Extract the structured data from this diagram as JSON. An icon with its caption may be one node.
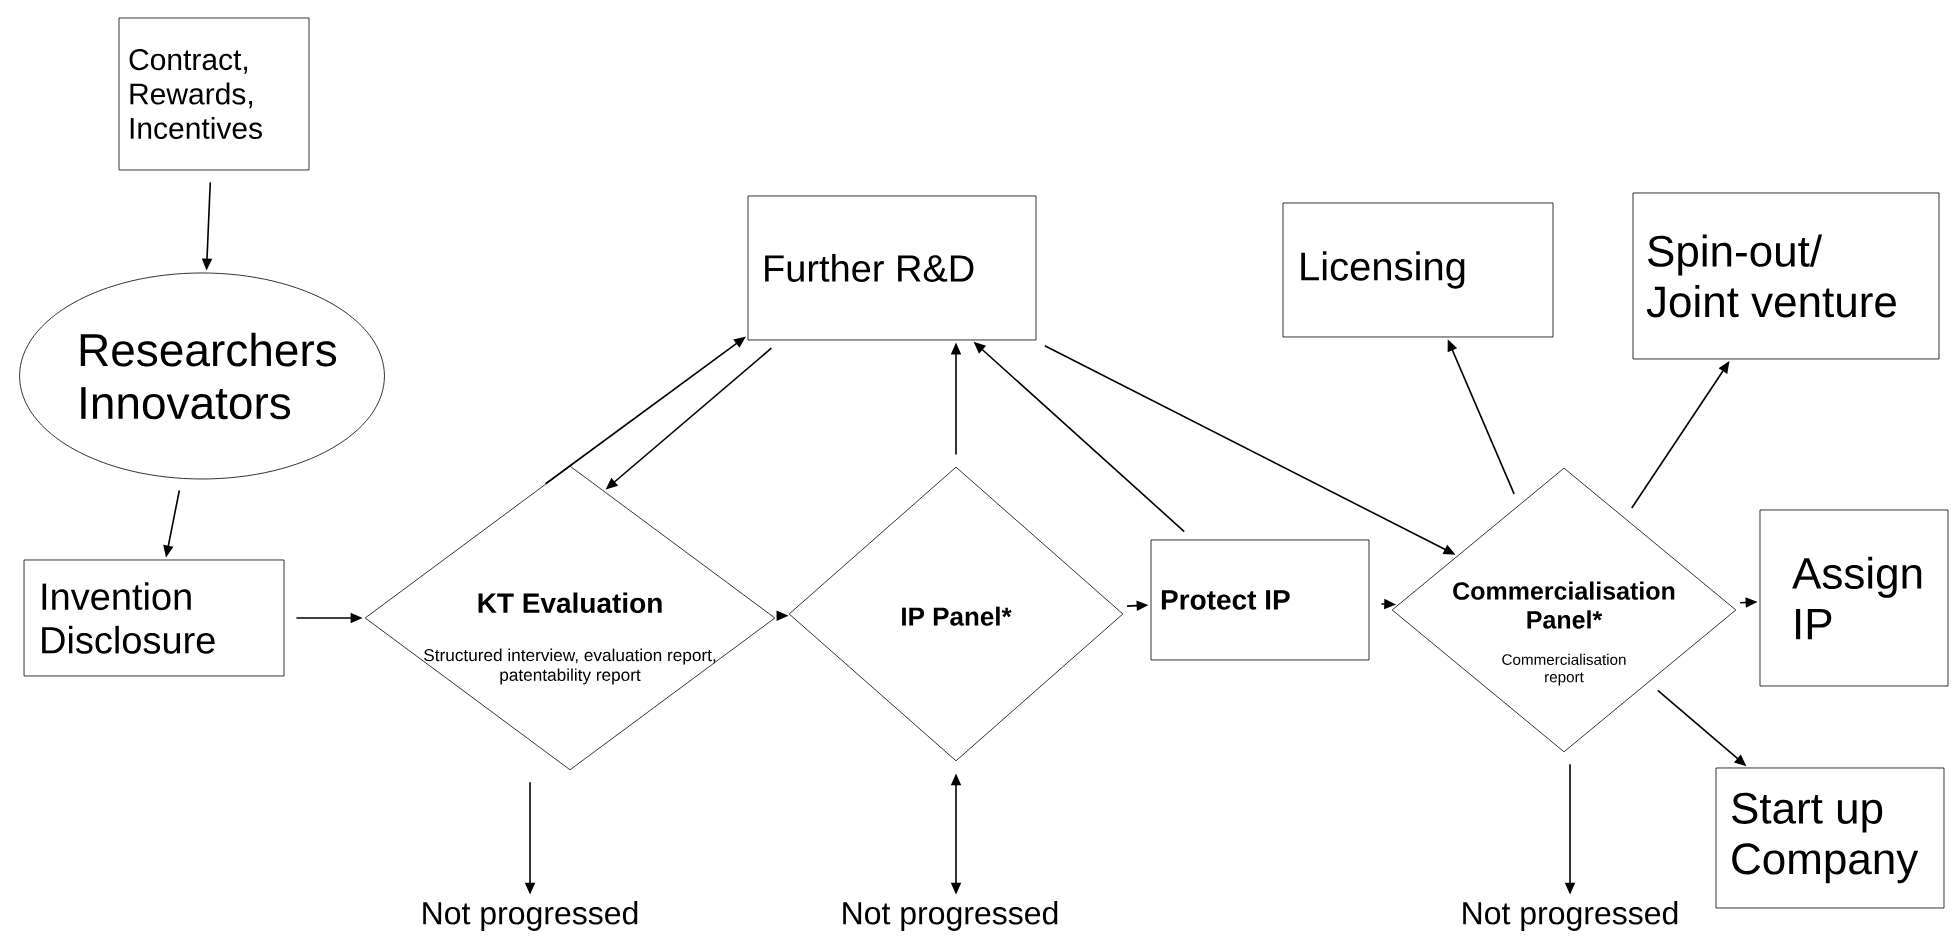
{
  "diagram": {
    "nodes": [
      {
        "text": [
          "Contract, Rewards, Incentives"
        ]
      },
      {
        "text": [
          "Researchers Innovators"
        ]
      },
      {
        "text": [
          "Invention Disclosure"
        ]
      },
      {
        "text": [
          "KT Evaluation",
          "Structured interview, evaluation report, patentability report"
        ]
      },
      {
        "text": [
          "IP Panel*"
        ]
      },
      {
        "text": [
          "Protect IP"
        ]
      },
      {
        "text": [
          "Commercialisation Panel*",
          "Commercialisation report"
        ]
      },
      {
        "text": [
          "Further R&D"
        ]
      },
      {
        "text": [
          "Licensing"
        ]
      },
      {
        "text": [
          "Spin-out/ Joint venture"
        ]
      },
      {
        "text": [
          "Assign IP"
        ]
      },
      {
        "text": [
          "Start up Company"
        ]
      },
      {
        "text": [
          "Not progressed"
        ]
      },
      {
        "text": [
          "Not progressed"
        ]
      },
      {
        "text": [
          "Not progressed"
        ]
      }
    ],
    "edges": [
      {
        "from": 0,
        "to": 1,
        "arrow": "to"
      },
      {
        "from": 1,
        "to": 2,
        "arrow": "to"
      },
      {
        "from": 2,
        "to": 3,
        "arrow": "to"
      },
      {
        "from": 3,
        "to": 4,
        "arrow": "to"
      },
      {
        "from": 4,
        "to": 5,
        "arrow": "to"
      },
      {
        "from": 5,
        "to": 6,
        "arrow": "to"
      },
      {
        "from": 6,
        "to": 10,
        "arrow": "to"
      },
      {
        "from": 6,
        "to": 11,
        "arrow": "to"
      },
      {
        "from": 6,
        "to": 8,
        "arrow": "to"
      },
      {
        "from": 6,
        "to": 9,
        "arrow": "to"
      },
      {
        "from": 3,
        "to": 7,
        "arrow": "to"
      },
      {
        "from": 7,
        "to": 3,
        "arrow": "to"
      },
      {
        "from": 4,
        "to": 7,
        "arrow": "to"
      },
      {
        "from": 5,
        "to": 7,
        "arrow": "to"
      },
      {
        "from": 7,
        "to": 6,
        "arrow": "to"
      },
      {
        "from": 3,
        "to": 12,
        "arrow": "to"
      },
      {
        "from": 4,
        "to": 13,
        "arrow": "both"
      },
      {
        "from": 6,
        "to": 14,
        "arrow": "to"
      }
    ]
  }
}
